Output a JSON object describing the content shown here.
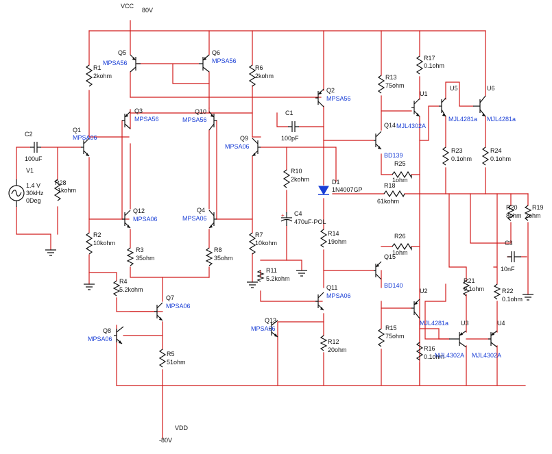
{
  "rails": {
    "vcc_name": "VCC",
    "vcc_value": "80V",
    "vdd_name": "VDD",
    "vdd_value": "-80V"
  },
  "source": {
    "name": "V1",
    "amplitude": "1.4 V",
    "frequency": "30kHz",
    "phase": "0Deg"
  },
  "resistors": [
    {
      "ref": "R1",
      "value": "2kohm"
    },
    {
      "ref": "R2",
      "value": "10kohm"
    },
    {
      "ref": "R3",
      "value": "35ohm"
    },
    {
      "ref": "R4",
      "value": "5.2kohm"
    },
    {
      "ref": "R5",
      "value": "51ohm"
    },
    {
      "ref": "R6",
      "value": "2kohm"
    },
    {
      "ref": "R7",
      "value": "10kohm"
    },
    {
      "ref": "R8",
      "value": "35ohm"
    },
    {
      "ref": "R10",
      "value": "2kohm"
    },
    {
      "ref": "R11",
      "value": "5.2kohm"
    },
    {
      "ref": "R12",
      "value": "20ohm"
    },
    {
      "ref": "R13",
      "value": "75ohm"
    },
    {
      "ref": "R14",
      "value": "19ohm"
    },
    {
      "ref": "R15",
      "value": "75ohm"
    },
    {
      "ref": "R16",
      "value": "0.1ohm"
    },
    {
      "ref": "R17",
      "value": "0.1ohm"
    },
    {
      "ref": "R18",
      "value": "61kohm"
    },
    {
      "ref": "R19",
      "value": "2ohm"
    },
    {
      "ref": "R20",
      "value": "8ohm"
    },
    {
      "ref": "R21",
      "value": "0.1ohm"
    },
    {
      "ref": "R22",
      "value": "0.1ohm"
    },
    {
      "ref": "R23",
      "value": "0.1ohm"
    },
    {
      "ref": "R24",
      "value": "0.1ohm"
    },
    {
      "ref": "R25",
      "value": "1ohm"
    },
    {
      "ref": "R26",
      "value": "1ohm"
    },
    {
      "ref": "R28",
      "value": "1kohm"
    }
  ],
  "capacitors": [
    {
      "ref": "C1",
      "value": "100pF"
    },
    {
      "ref": "C2",
      "value": "100uF"
    },
    {
      "ref": "C3",
      "value": "10nF"
    },
    {
      "ref": "C4",
      "value": "470uF-POL"
    }
  ],
  "diodes": [
    {
      "ref": "D1",
      "value": "1N4007GP"
    }
  ],
  "transistors": [
    {
      "ref": "Q1",
      "part": "MPSA06"
    },
    {
      "ref": "Q2",
      "part": "MPSA56"
    },
    {
      "ref": "Q3",
      "part": "MPSA56"
    },
    {
      "ref": "Q4",
      "part": "MPSA06"
    },
    {
      "ref": "Q5",
      "part": "MPSA56"
    },
    {
      "ref": "Q6",
      "part": "MPSA56"
    },
    {
      "ref": "Q7",
      "part": "MPSA06"
    },
    {
      "ref": "Q8",
      "part": "MPSA06"
    },
    {
      "ref": "Q9",
      "part": "MPSA06"
    },
    {
      "ref": "Q10",
      "part": "MPSA56"
    },
    {
      "ref": "Q11",
      "part": "MPSA06"
    },
    {
      "ref": "Q12",
      "part": "MPSA06"
    },
    {
      "ref": "Q13",
      "part": "MPSA06"
    },
    {
      "ref": "Q14",
      "part": "BD139"
    },
    {
      "ref": "Q15",
      "part": "BD140"
    },
    {
      "ref": "U1",
      "part": "MJL4302A"
    },
    {
      "ref": "U2",
      "part": "MJL4281a"
    },
    {
      "ref": "U3",
      "part": "MJL4302A"
    },
    {
      "ref": "U4",
      "part": "MJL4302A"
    },
    {
      "ref": "U5",
      "part": "MJL4281a"
    },
    {
      "ref": "U6",
      "part": "MJL4281a"
    }
  ]
}
